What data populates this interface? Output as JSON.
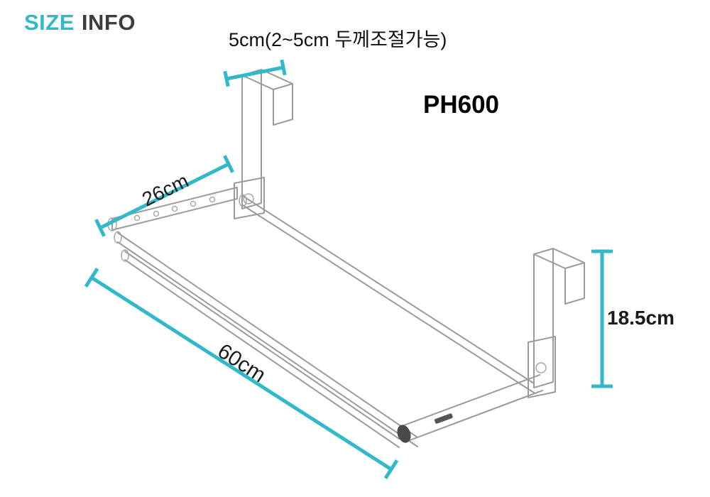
{
  "title": {
    "size": "SIZE",
    "info": "INFO"
  },
  "product": {
    "model": "PH600"
  },
  "dimensions": {
    "top_label": "5cm(2~5cm 두께조절가능)",
    "arm_label": "26cm",
    "width_label": "60cm",
    "height_label": "18.5cm"
  },
  "colors": {
    "accent": "#31B8CA",
    "drawing_line": "#9B9B9B",
    "text": "#1A1A1A"
  }
}
